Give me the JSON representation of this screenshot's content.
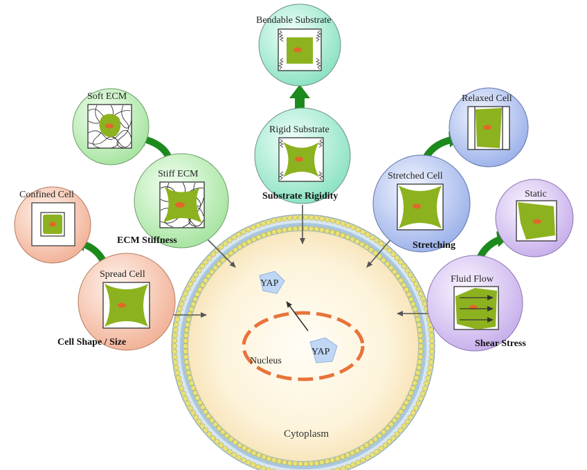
{
  "cell_labels": {
    "bendable_substrate": "Bendable Substrate",
    "rigid_substrate": "Rigid Substrate",
    "soft_ecm": "Soft ECM",
    "stiff_ecm": "Stiff ECM",
    "relaxed_cell": "Relaxed Cell",
    "stretched_cell": "Stretched Cell",
    "confined_cell": "Confined Cell",
    "spread_cell": "Spread Cell",
    "static": "Static",
    "fluid_flow": "Fluid Flow"
  },
  "categories": {
    "substrate_rigidity": "Substrate Rigidity",
    "ecm_stiffness": "ECM Stiffness",
    "stretching": "Stretching",
    "cell_shape_size": "Cell Shape / Size",
    "shear_stress": "Shear Stress"
  },
  "center": {
    "yap_top": "YAP",
    "yap_nucleus": "YAP",
    "nucleus": "Nucleus",
    "cytoplasm": "Cytoplasm"
  },
  "colors": {
    "green_circle": "#c9efc6",
    "teal_circle": "#b6ecd8",
    "blue_circle": "#b8c8ef",
    "orange_circle": "#f6c8b4",
    "purple_circle": "#d8c8f0",
    "cell_green": "#8db21f",
    "nucleus_orange": "#e2672a",
    "arrow_green": "#1c8a1c",
    "membrane_blue": "#a8c7df",
    "lipid_head": "#e9e27a",
    "cytoplasm": "#fdf4dd"
  }
}
